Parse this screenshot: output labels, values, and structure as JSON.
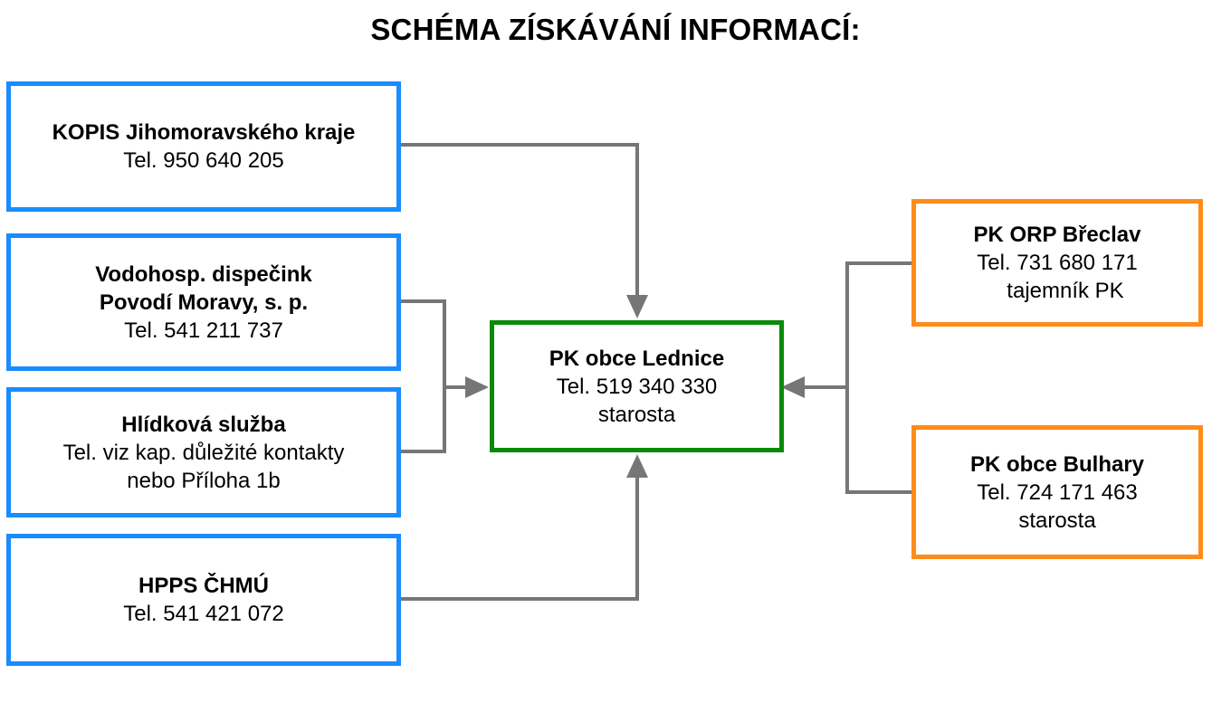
{
  "title": "SCHÉMA ZÍSKÁVÁNÍ INFORMACÍ:",
  "colors": {
    "source_border": "#1a8cff",
    "center_border": "#0a8a0a",
    "peer_border": "#ff8c1a",
    "connector": "#767676"
  },
  "sources": [
    {
      "name": "KOPIS Jihomoravského kraje",
      "line1": "Tel. 950 640 205"
    },
    {
      "name": "Vodohosp. dispečink",
      "name2": "Povodí Moravy, s. p.",
      "line1": "Tel. 541 211 737"
    },
    {
      "name": "Hlídková služba",
      "line1": "Tel. viz kap. důležité kontakty",
      "line2": "nebo Příloha 1b"
    },
    {
      "name": "HPPS ČHMÚ",
      "line1": "Tel. 541 421 072"
    }
  ],
  "center": {
    "name": "PK obce Lednice",
    "line1": "Tel. 519 340 330",
    "line2": "starosta"
  },
  "peers": [
    {
      "name": "PK ORP Břeclav",
      "line1": "Tel. 731 680 171",
      "line2": "tajemník PK"
    },
    {
      "name": "PK obce Bulhary",
      "line1": "Tel. 724 171 463",
      "line2": "starosta"
    }
  ]
}
